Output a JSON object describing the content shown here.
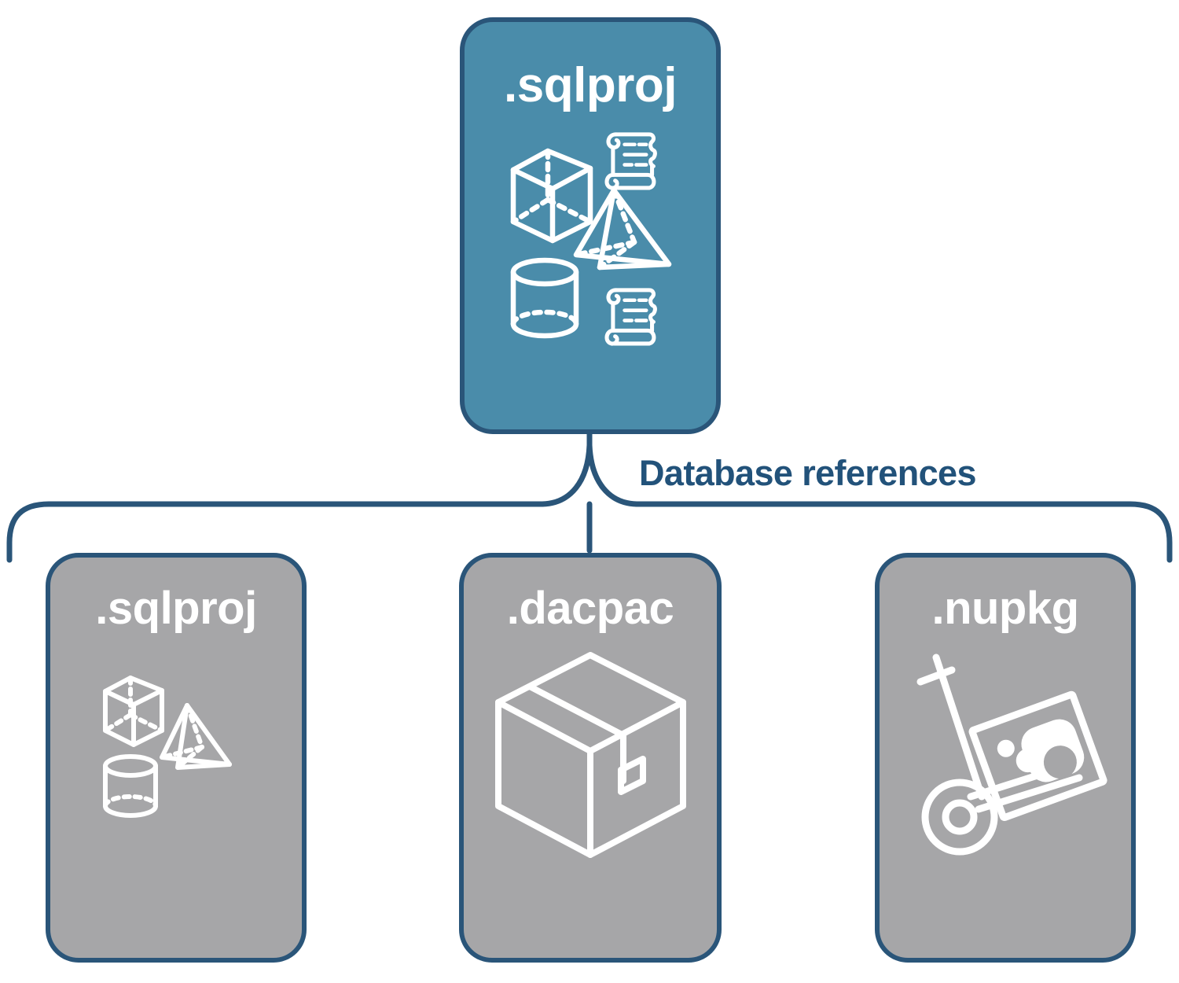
{
  "diagram": {
    "title": "Database references",
    "accent_color": "#4a8caa",
    "border_color": "#2a5579",
    "leaf_color": "#a6a6a8",
    "label_color": "#22527a",
    "icon_color": "#ffffff",
    "background_color": "#ffffff"
  },
  "root": {
    "label": ".sqlproj",
    "icons": [
      "cube-wireframe-icon",
      "pyramid-wireframe-icon",
      "cylinder-wireframe-icon",
      "scroll-script-icon",
      "scroll-script-icon"
    ]
  },
  "connector": {
    "label": "Database references",
    "type": "brace-fork",
    "branch_count": 3
  },
  "references": [
    {
      "label": ".sqlproj",
      "icons": [
        "cube-wireframe-icon",
        "pyramid-wireframe-icon",
        "cylinder-wireframe-icon"
      ]
    },
    {
      "label": ".dacpac",
      "icons": [
        "shipping-box-icon"
      ]
    },
    {
      "label": ".nupkg",
      "icons": [
        "hand-truck-package-icon"
      ]
    }
  ]
}
